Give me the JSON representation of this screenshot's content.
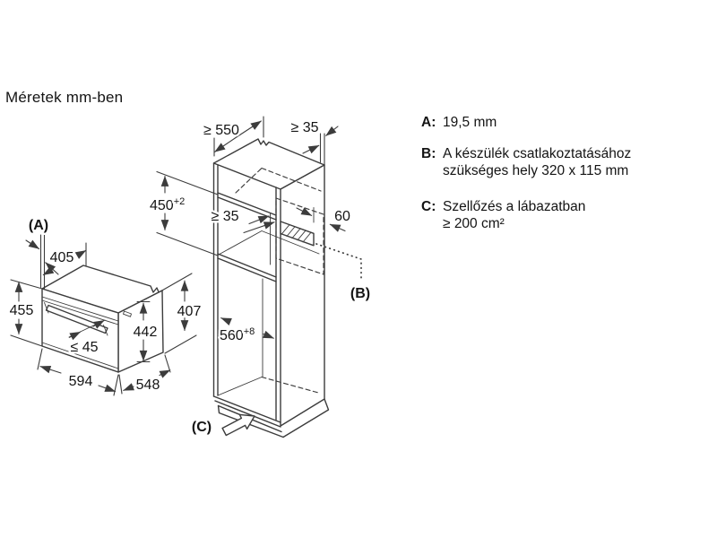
{
  "title": "Méretek mm-ben",
  "legend": {
    "items": [
      {
        "key": "A:",
        "lines": [
          "19,5 mm",
          ""
        ]
      },
      {
        "key": "B:",
        "lines": [
          "A készülék csatlakoztatásához",
          "szükséges hely 320 x 115 mm"
        ]
      },
      {
        "key": "C:",
        "lines": [
          "Szellőzés a lábazatban",
          "≥ 200 cm²"
        ]
      }
    ]
  },
  "oven_view": {
    "label_a": "(A)",
    "dim_top_depth": "405",
    "dim_front_height": "455",
    "dim_handle_depth": "≤ 45",
    "dim_width": "594",
    "dim_side_depth": "548",
    "dim_body_height": "442",
    "dim_side_height": "407"
  },
  "cabinet_view": {
    "dim_min_depth": "≥ 550",
    "dim_rear_gap": "≥ 35",
    "dim_niche_height_base": "450",
    "dim_niche_height_sup": "+2",
    "dim_shelf_gap": "≥ 35",
    "dim_connection_offset": "60",
    "dim_niche_width_base": "560",
    "dim_niche_width_sup": "+8",
    "label_b": "(B)",
    "label_c": "(C)"
  },
  "colors": {
    "line": "#3c3c3c",
    "text": "#141414",
    "background": "#ffffff"
  }
}
